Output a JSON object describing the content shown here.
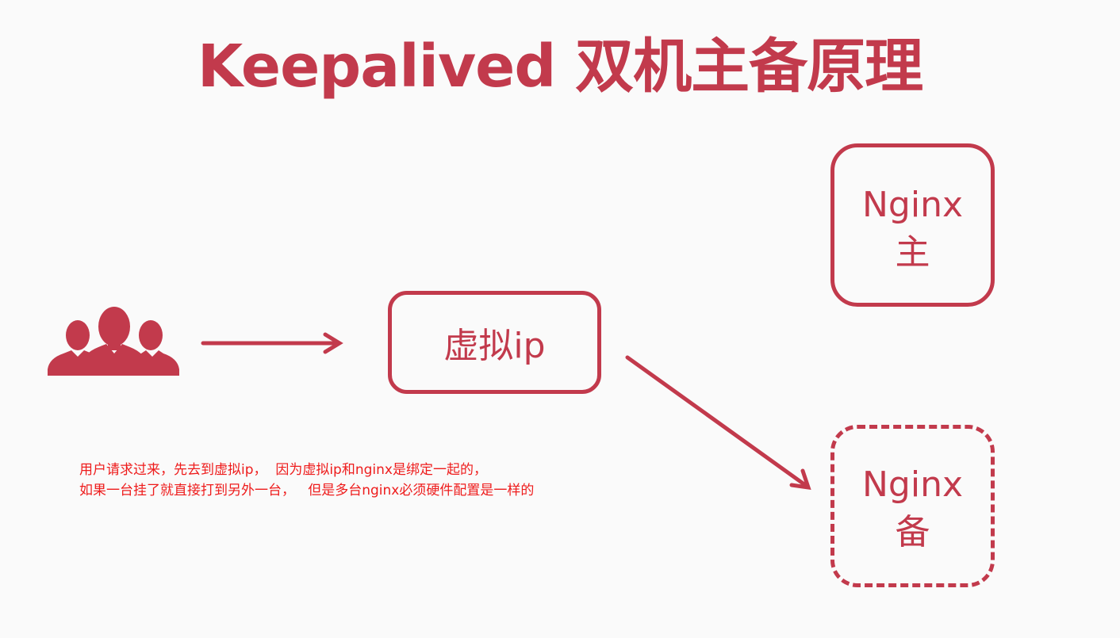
{
  "title": "Keepalived 双机主备原理",
  "nodes": {
    "virtual_ip": "虚拟ip",
    "main": {
      "line1": "Nginx",
      "line2": "主"
    },
    "backup": {
      "line1": "Nginx",
      "line2": "备"
    }
  },
  "note": {
    "line1": "用户请求过来，先去到虚拟ip，  因为虚拟ip和nginx是绑定一起的，",
    "line2": "如果一台挂了就直接打到另外一台，   但是多台nginx必须硬件配置是一样的"
  },
  "icons": {
    "users": "users-group-icon"
  },
  "colors": {
    "accent": "#c23a4c",
    "note_text": "#ee1c1c",
    "background": "#fafafa"
  }
}
